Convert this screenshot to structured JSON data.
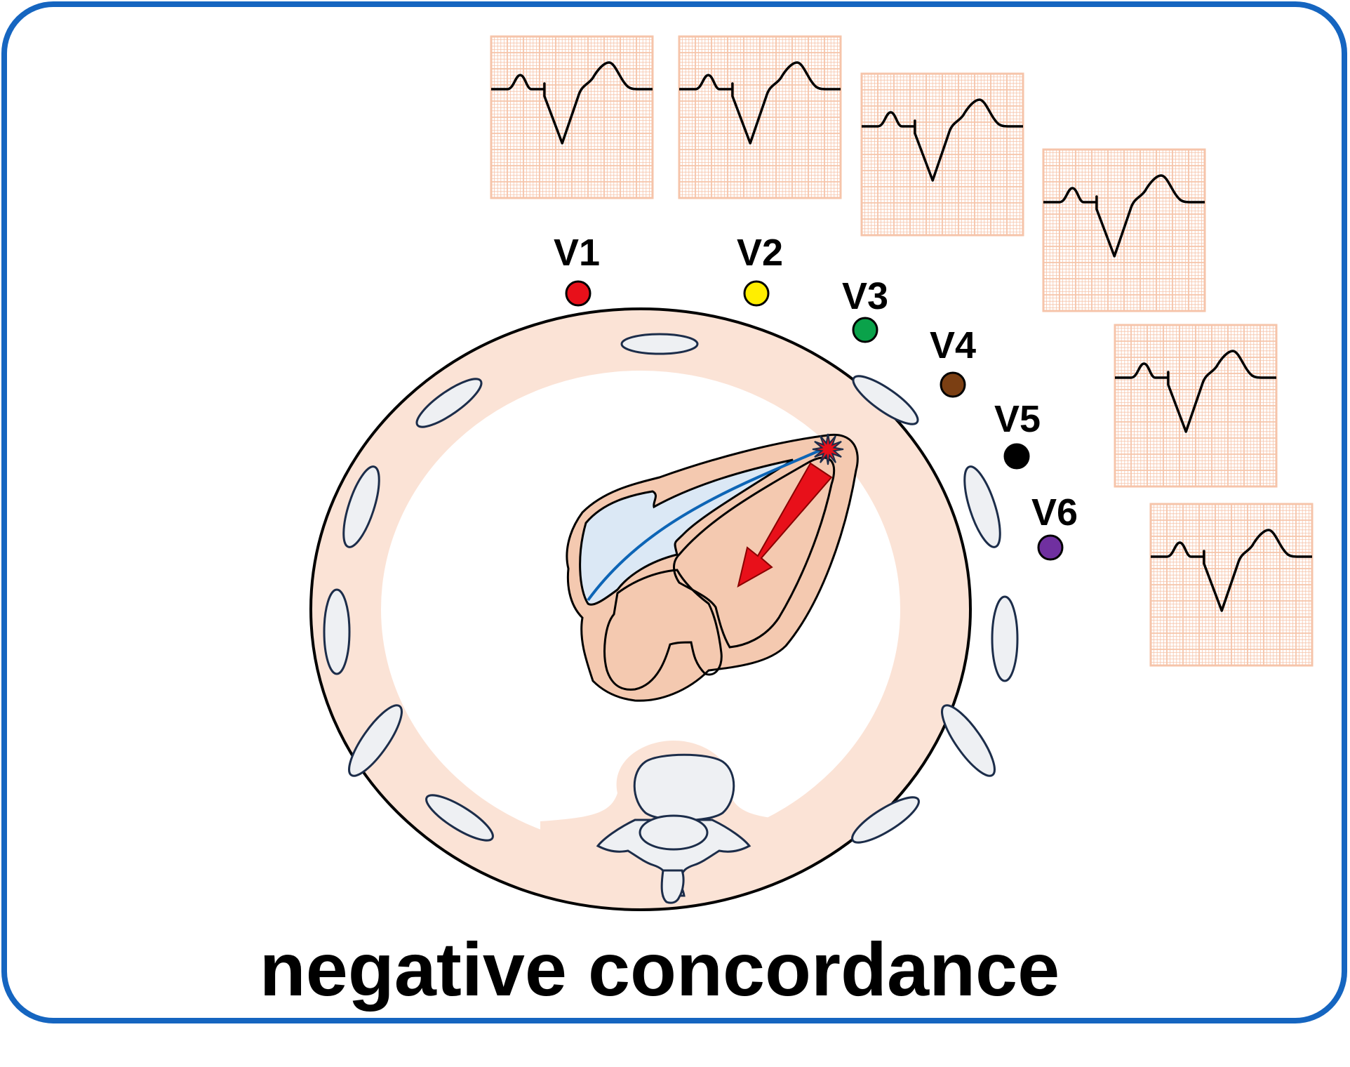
{
  "caption": "negative concordance",
  "colors": {
    "frame": "#1565c0",
    "tissue": "#fbe3d6",
    "heart_wall": "#f4c9b0",
    "chamber_right": "#dbe8f5",
    "conduction_path": "#0d65b6",
    "vector_arrow": "#e8101a",
    "ecg_grid": "#f6c4aa",
    "rib_fill": "#eef0f3",
    "rib_stroke": "#1c2d4a"
  },
  "icons": {
    "origin_marker": "starburst-icon",
    "vector": "arrow-icon"
  },
  "leads": [
    {
      "label": "V1",
      "color": "#e8101a"
    },
    {
      "label": "V2",
      "color": "#ffee00"
    },
    {
      "label": "V3",
      "color": "#0aa24a"
    },
    {
      "label": "V4",
      "color": "#7b3f13"
    },
    {
      "label": "V5",
      "color": "#000000"
    },
    {
      "label": "V6",
      "color": "#7030a0"
    }
  ]
}
